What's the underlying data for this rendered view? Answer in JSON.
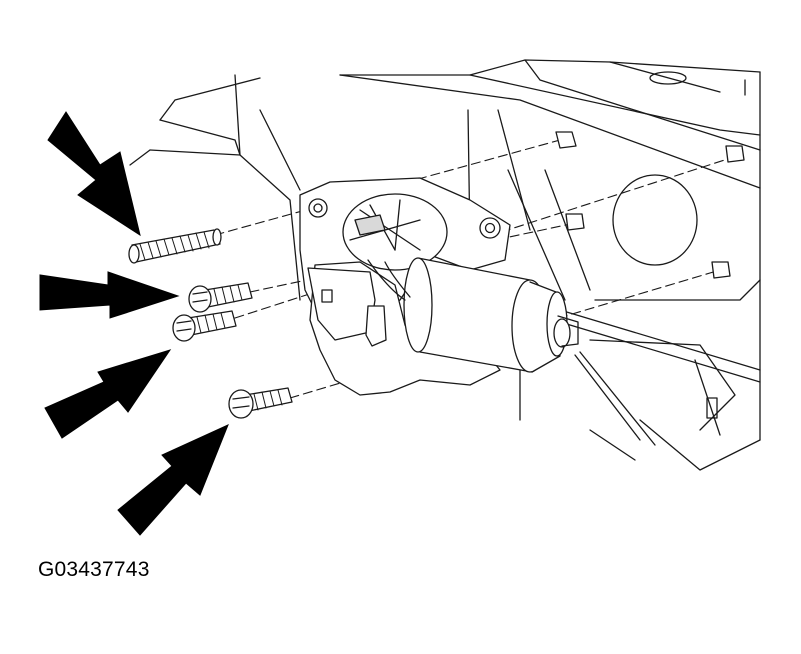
{
  "figure": {
    "id_label": "G03437743"
  },
  "colors": {
    "line": "#1a1a1a",
    "arrow": "#000000",
    "background": "#ffffff"
  },
  "parts": {
    "fasteners": 4,
    "arrows": 4
  }
}
